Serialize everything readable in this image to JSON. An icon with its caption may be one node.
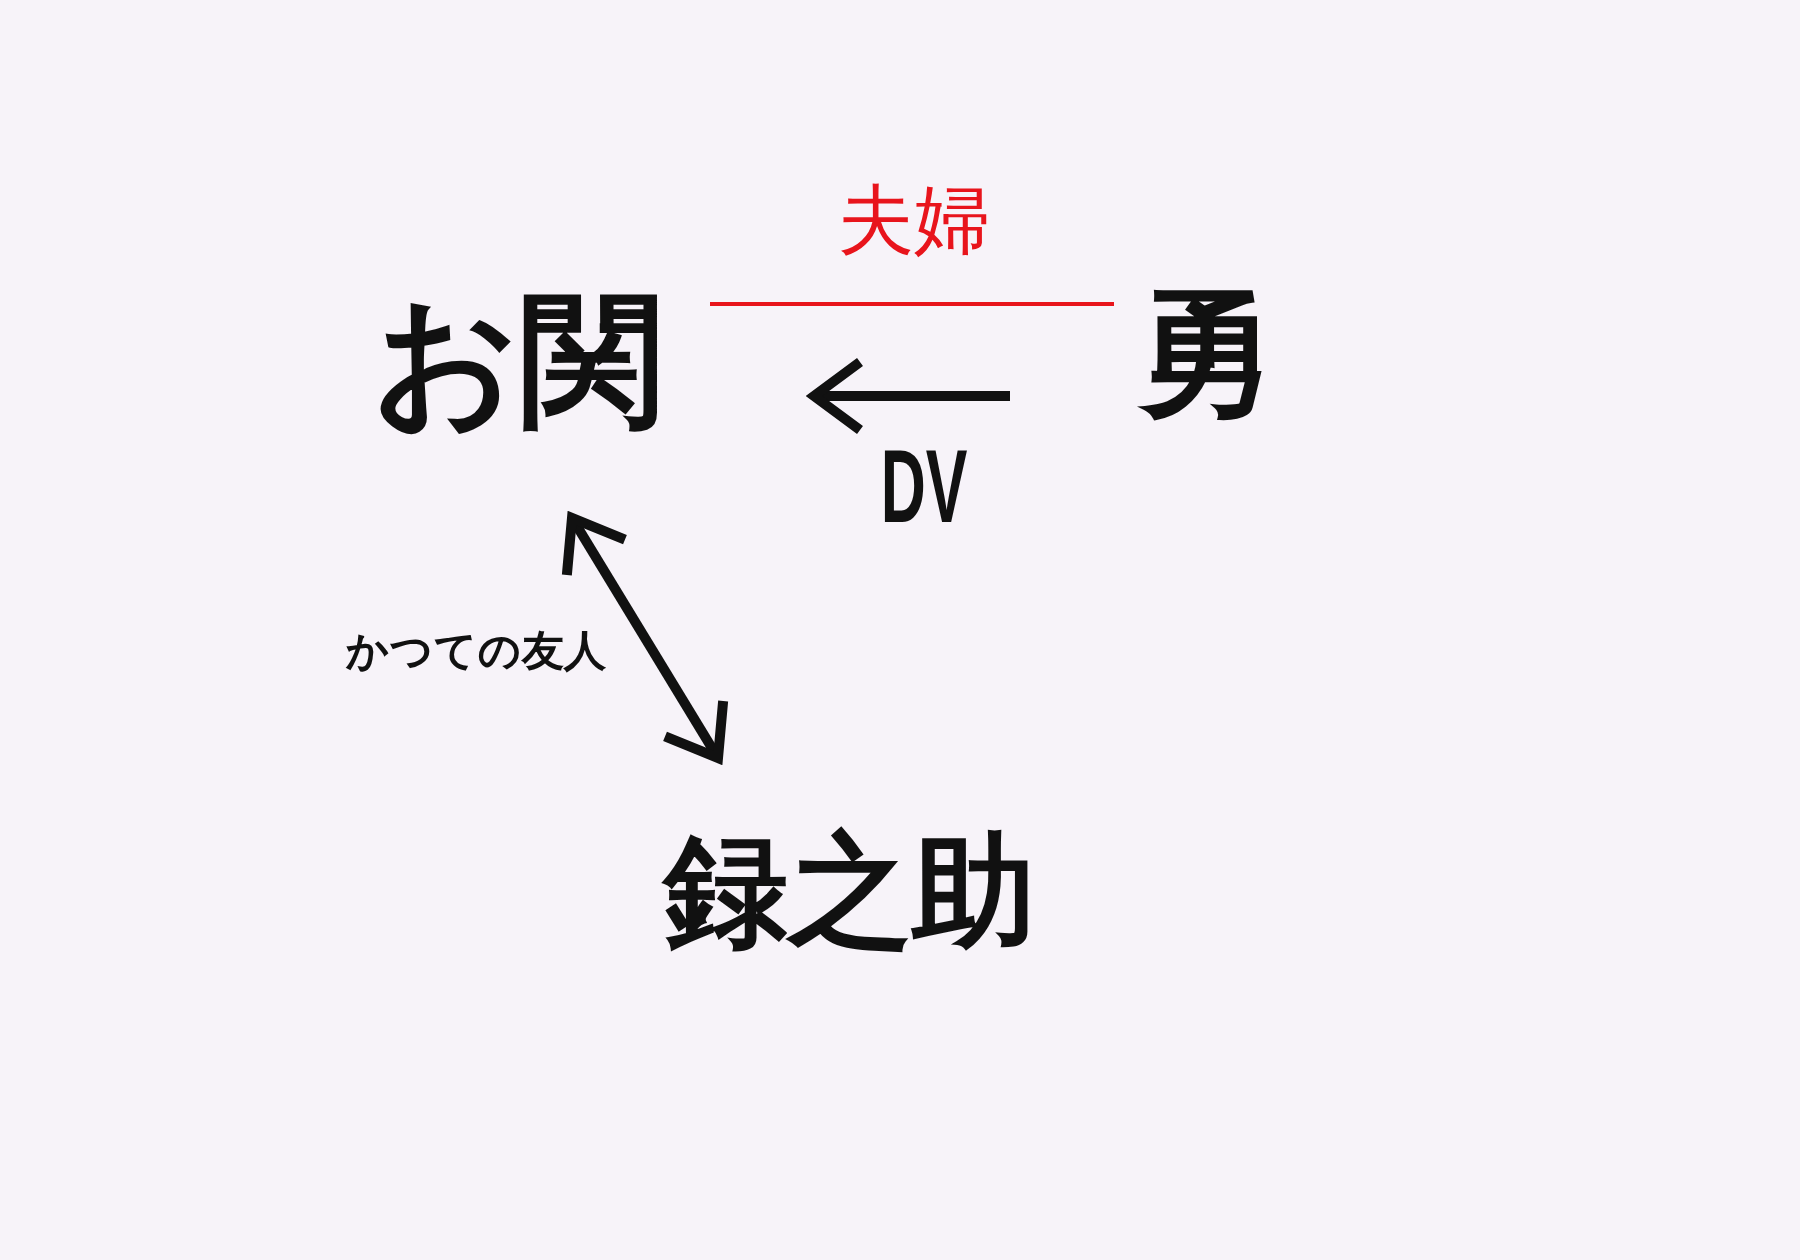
{
  "diagram": {
    "nodes": [
      {
        "text": [
          "お関"
        ]
      },
      {
        "text": [
          "勇"
        ]
      },
      {
        "text": [
          "録之助"
        ]
      }
    ],
    "edges": [
      {
        "from": 0,
        "to": 1,
        "arrow": "none",
        "label": "夫婦",
        "color": "#e8141c"
      },
      {
        "from": 1,
        "to": 0,
        "arrow": "to",
        "label": "DV"
      },
      {
        "from": 0,
        "to": 2,
        "arrow": "both",
        "label": "かつての友人"
      }
    ]
  }
}
